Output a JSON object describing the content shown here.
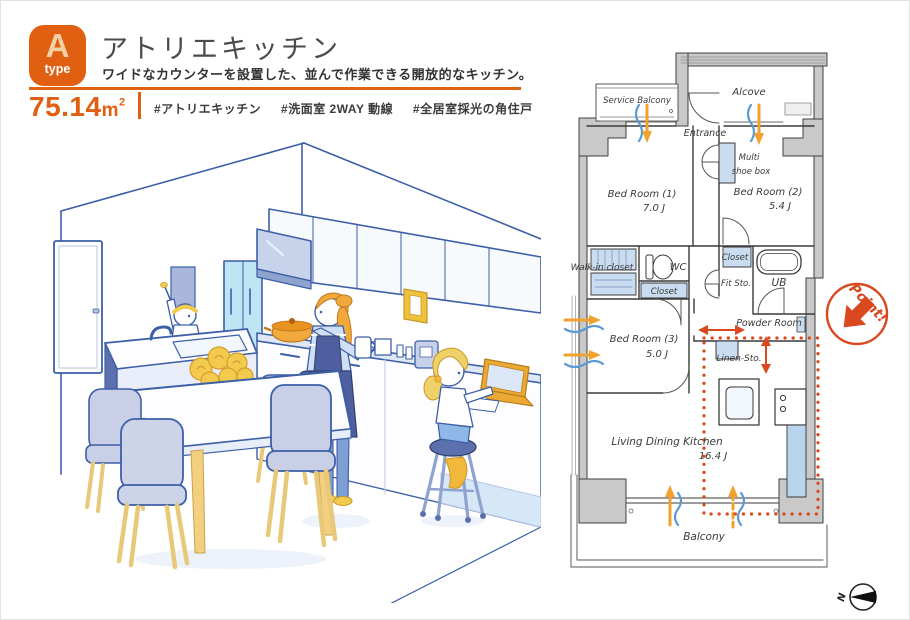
{
  "header": {
    "type_letter": "A",
    "type_word": "type",
    "title": "アトリエキッチン",
    "subtitle": "ワイドなカウンターを設置した、並んで作業できる開放的なキッチン。",
    "area_value": "75.14",
    "area_unit": "m",
    "area_exp": "2",
    "hashtags": [
      "#アトリエキッチン",
      "#洗面室 2WAY 動線",
      "#全居室採光の角住戸"
    ]
  },
  "floorplan": {
    "labels": {
      "service_balcony": "Service Balcony",
      "alcove": "Alcove",
      "entrance": "Entrance",
      "multi_shoe_box_1": "Multi",
      "multi_shoe_box_2": "shoe box",
      "bedroom1_name": "Bed Room (1)",
      "bedroom1_size": "7.0 J",
      "bedroom2_name": "Bed Room (2)",
      "bedroom2_size": "5.4 J",
      "bedroom3_name": "Bed Room (3)",
      "bedroom3_size": "5.0 J",
      "walk_in_closet": "Walk-in closet",
      "wc": "WC",
      "closet_small": "Closet",
      "closet_center": "Closet",
      "fit_sto": "Fit Sto.",
      "ub": "UB",
      "powder_room": "Powder Room",
      "linen_sto": "Linen-Sto.",
      "ldk_name": "Living Dining Kitchen",
      "ldk_size": "16.4 J",
      "balcony": "Balcony"
    },
    "point_label": "Point!",
    "north_label": "N"
  },
  "colors": {
    "accent_orange": "#e05f10",
    "point_red": "#d9481f",
    "arrow_blue": "#5b9bd5",
    "arrow_yellow": "#f0a22e",
    "plan_line": "#3a3a3a",
    "fixture_blue": "#c9dcf0",
    "illustration_line": "#3d5fa8"
  }
}
